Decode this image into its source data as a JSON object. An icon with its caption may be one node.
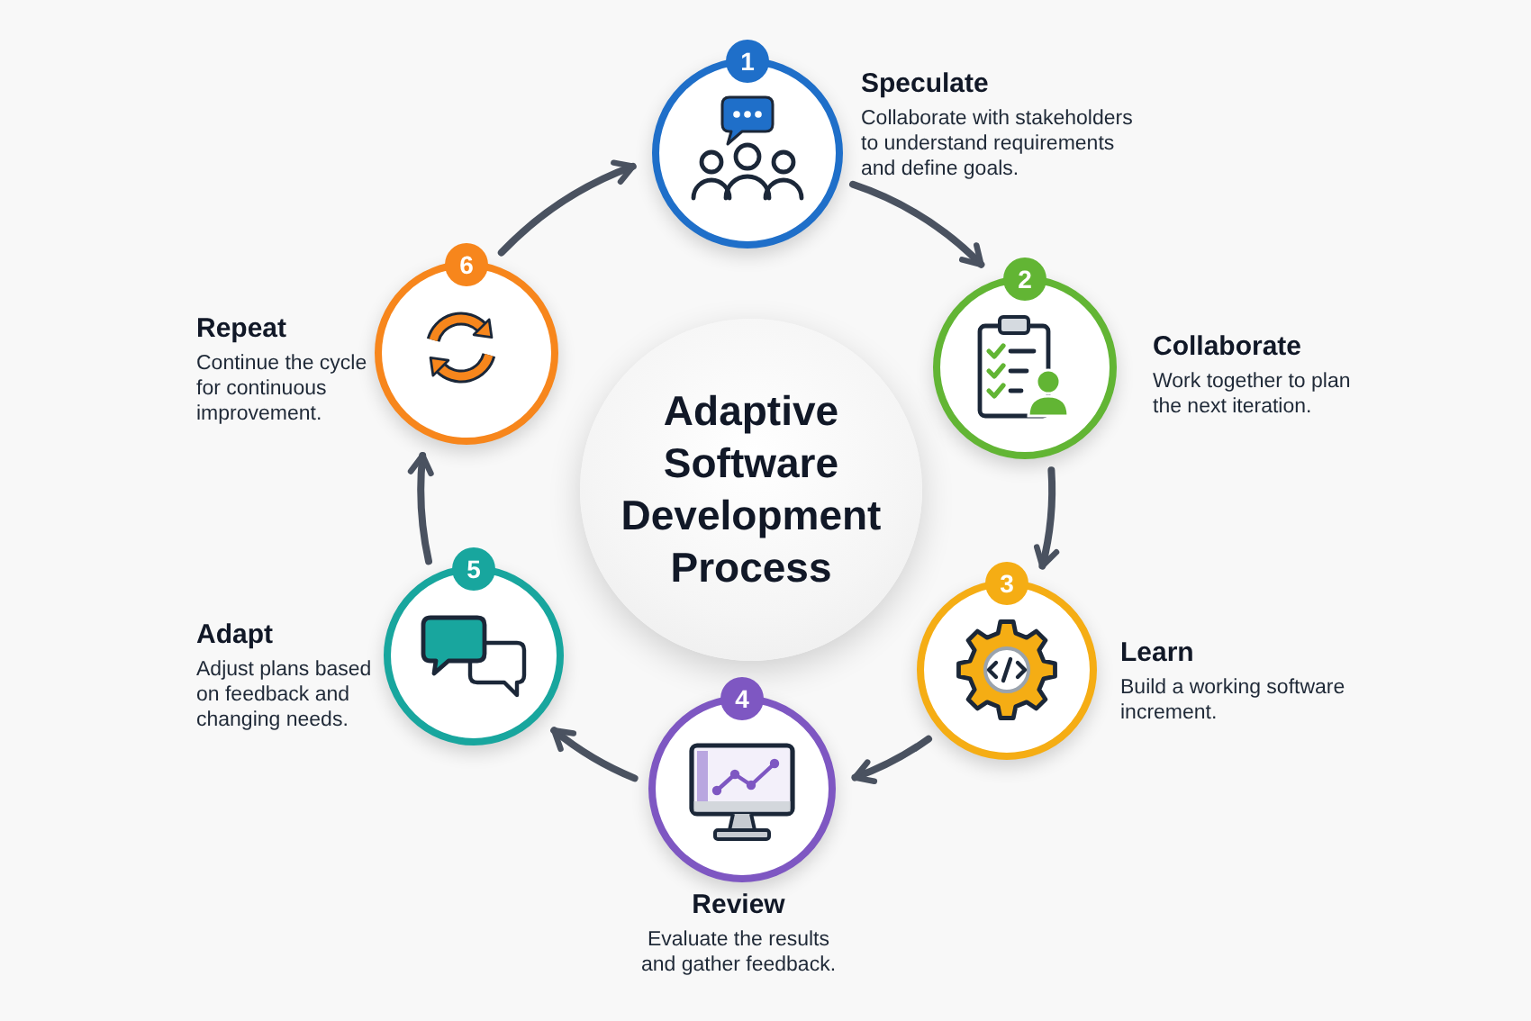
{
  "diagram": {
    "nodes": [
      {
        "text": [
          "Adaptive Software Development Process"
        ]
      },
      {
        "text": [
          "1",
          "Speculate",
          "Collaborate with stakeholders to understand requirements and define goals."
        ]
      },
      {
        "text": [
          "2",
          "Collaborate",
          "Work together to plan the next iteration."
        ]
      },
      {
        "text": [
          "3",
          "Learn",
          "Build a working software increment."
        ]
      },
      {
        "text": [
          "4",
          "Review",
          "Evaluate the results and gather feedback."
        ]
      },
      {
        "text": [
          "5",
          "Adapt",
          "Adjust plans based on feedback and changing needs."
        ]
      },
      {
        "text": [
          "6",
          "Repeat",
          "Continue the cycle for continuous improvement."
        ]
      }
    ],
    "edges": [
      {
        "from": 1,
        "to": 2,
        "arrow": "to"
      },
      {
        "from": 2,
        "to": 3,
        "arrow": "to"
      },
      {
        "from": 3,
        "to": 4,
        "arrow": "to"
      },
      {
        "from": 4,
        "to": 5,
        "arrow": "to"
      },
      {
        "from": 5,
        "to": 6,
        "arrow": "to"
      },
      {
        "from": 6,
        "to": 1,
        "arrow": "to"
      }
    ]
  }
}
